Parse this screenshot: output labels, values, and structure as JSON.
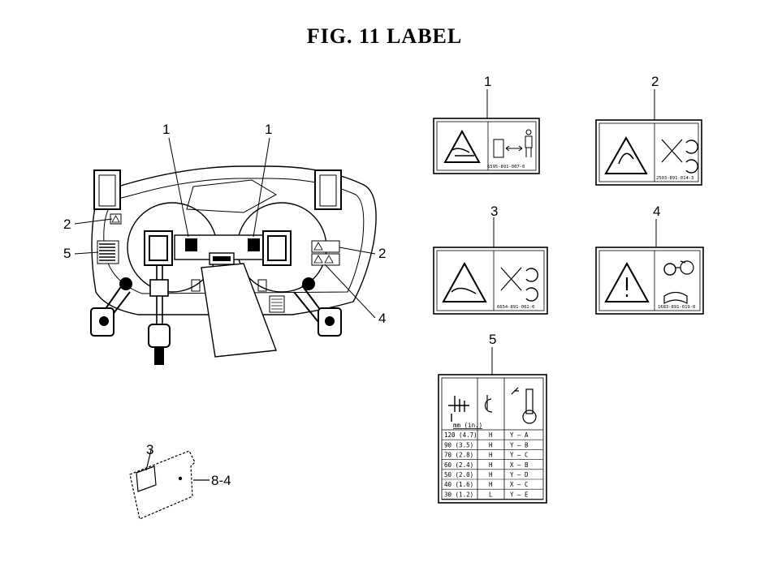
{
  "title": "FIG. 11  LABEL",
  "machine_callouts": {
    "top_left": "1",
    "top_right": "1",
    "left_upper": "2",
    "left_lower": "5",
    "right_middle": "2",
    "right_lower": "4"
  },
  "panel_callouts": {
    "item3": "3",
    "part": "8-4"
  },
  "labels": [
    {
      "number": "1",
      "code": "6595-891-007-0"
    },
    {
      "number": "2",
      "code": "2503-891-014-3"
    },
    {
      "number": "3",
      "code": "6654-891-002-0"
    },
    {
      "number": "4",
      "code": "1683-891-019-0"
    },
    {
      "number": "5"
    }
  ],
  "height_table": {
    "unit_label": "mm (in.)",
    "rows": [
      {
        "height": "120 (4.7)",
        "wheel": "H",
        "pos": "Y",
        "hole": "A"
      },
      {
        "height": "90 (3.5)",
        "wheel": "H",
        "pos": "Y",
        "hole": "B"
      },
      {
        "height": "70 (2.8)",
        "wheel": "H",
        "pos": "Y",
        "hole": "C"
      },
      {
        "height": "60 (2.4)",
        "wheel": "H",
        "pos": "X",
        "hole": "B"
      },
      {
        "height": "50 (2.0)",
        "wheel": "H",
        "pos": "Y",
        "hole": "D"
      },
      {
        "height": "40 (1.6)",
        "wheel": "H",
        "pos": "X",
        "hole": "C"
      },
      {
        "height": "30 (1.2)",
        "wheel": "L",
        "pos": "Y",
        "hole": "E"
      }
    ]
  }
}
